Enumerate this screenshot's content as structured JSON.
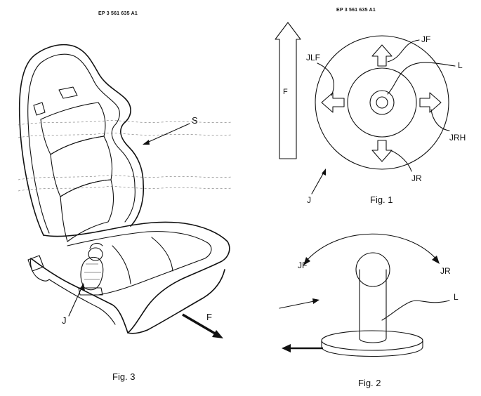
{
  "header": {
    "left_patent_number": "EP 3 561 635 A1",
    "right_patent_number": "EP 3 561 635 A1"
  },
  "figure3": {
    "caption": "Fig. 3",
    "label_seat": "S",
    "label_joystick": "J",
    "label_force": "F"
  },
  "figure1": {
    "caption": "Fig. 1",
    "label_force": "F",
    "label_jf": "JF",
    "label_jlf": "JLF",
    "label_l": "L",
    "label_jrh": "JRH",
    "label_jr": "JR",
    "label_j": "J"
  },
  "figure2": {
    "caption": "Fig. 2",
    "label_jf": "JF",
    "label_jr": "JR",
    "label_l": "L"
  }
}
